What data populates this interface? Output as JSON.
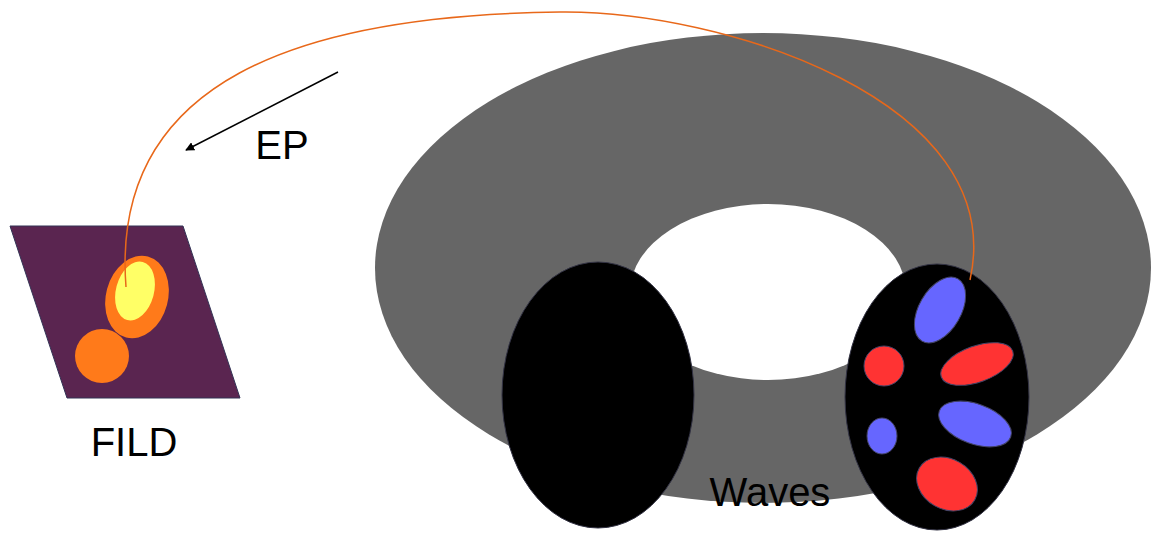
{
  "diagram": {
    "labels": [
      "EP",
      "FILD",
      "Waves"
    ]
  }
}
